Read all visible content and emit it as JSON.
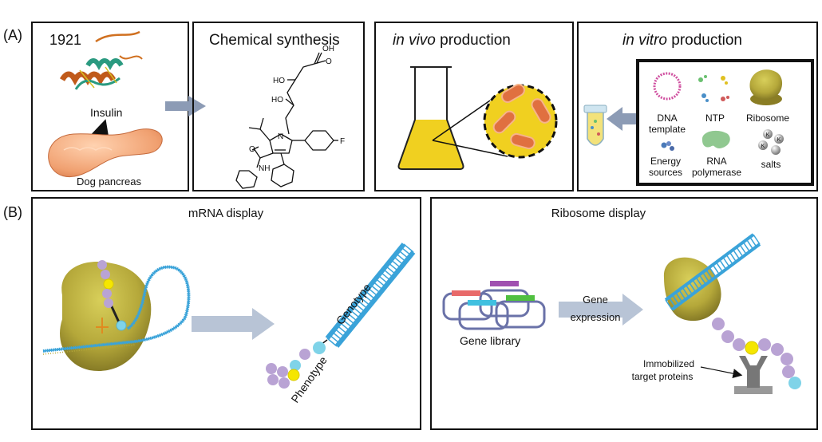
{
  "panel_a": {
    "label": "(A)",
    "box1": {
      "year": "1921",
      "insulin": "Insulin",
      "pancreas": "Dog pancreas"
    },
    "box2": {
      "title": "Chemical synthesis",
      "atom_oh": "OH",
      "atom_o": "O",
      "atom_f": "F",
      "atom_nh": "NH",
      "atom_n": "N",
      "atom_ho1": "HO",
      "atom_ho2": "HO"
    },
    "box3": {
      "title_italic": "in vivo",
      "title_rest": " production"
    },
    "box4": {
      "title_italic": "in vitro",
      "title_rest": " production",
      "components": {
        "dna_line1": "DNA",
        "dna_line2": "template",
        "ntp": "NTP",
        "ribosome": "Ribosome",
        "energy_line1": "Energy",
        "energy_line2": "sources",
        "rnap_line1": "RNA",
        "rnap_line2": "polymerase",
        "salts": "salts",
        "salt_k": "K"
      }
    }
  },
  "panel_b": {
    "label": "(B)",
    "mrna": {
      "title": "mRNA display",
      "genotype": "Genotype",
      "phenotype": "Phenotype"
    },
    "ribosome": {
      "title": "Ribosome display",
      "gene_library": "Gene library",
      "gene_expression_line1": "Gene",
      "gene_expression_line2": "expression",
      "immobilized_line1": "Immobilized",
      "immobilized_line2": "target proteins"
    }
  },
  "colors": {
    "arrow": "#8c9bb5",
    "ribosome": "#b5a83a",
    "dna": "#3aa3d9",
    "bead_purple": "#b9a3d4",
    "bead_yellow": "#f5e600",
    "bead_cyan": "#7fd3e8",
    "pancreas": "#f0a070",
    "medium": "#f0d020"
  }
}
